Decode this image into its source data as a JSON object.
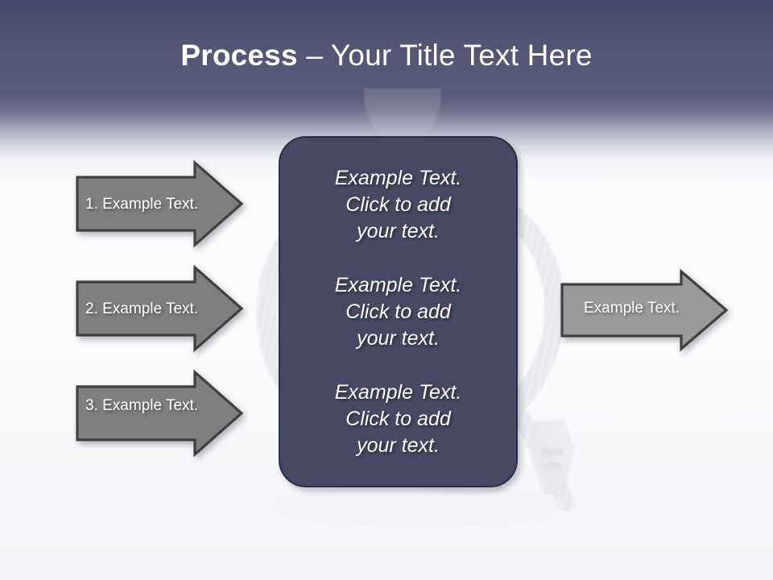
{
  "slide": {
    "title_bold": "Process",
    "title_rest": " – Your Title Text Here",
    "background_top_color": "#484a6b",
    "background_bottom_color": "#f5f6f9",
    "watermark_description": "coiled-ribbed-hose"
  },
  "center_panel": {
    "fill_color": "#474964",
    "border_color": "#2b2d45",
    "blocks": [
      {
        "line1": "Example Text.",
        "line2": "Click  to add",
        "line3": "your text."
      },
      {
        "line1": "Example Text.",
        "line2": "Click  to add",
        "line3": "your text."
      },
      {
        "line1": "Example Text.",
        "line2": "Click  to add",
        "line3": "your text."
      }
    ]
  },
  "input_arrows": {
    "fill_color": "#7f7f7f",
    "border_color": "#404040",
    "items": [
      {
        "label": "1. Example Text."
      },
      {
        "label": "2. Example Text."
      },
      {
        "label": "3. Example Text."
      }
    ]
  },
  "output_arrow": {
    "fill_color": "#9a9a9a",
    "border_color": "#404040",
    "label": "Example Text."
  }
}
